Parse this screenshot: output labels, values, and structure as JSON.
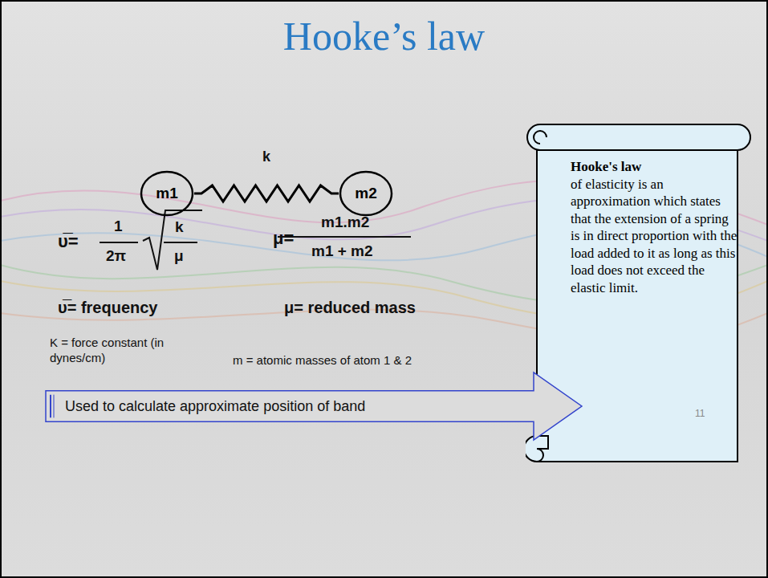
{
  "diagram": {
    "title": "Hooke’s law",
    "nodes": [
      {
        "text": [
          "m1"
        ]
      },
      {
        "text": [
          "m2"
        ]
      },
      {
        "text": [
          "Hooke's law",
          "of elasticity is an approximation which states that the extension of a spring is in direct proportion with the load added to it as long as this load does not exceed the elastic limit."
        ]
      },
      {
        "text": [
          "Used to calculate approximate position of band"
        ]
      }
    ],
    "edges": [
      {
        "from": 0,
        "to": 1,
        "arrow": "none",
        "label": "k"
      }
    ],
    "labels": [
      "υ̅=",
      "1",
      "2π",
      "k",
      "μ",
      "μ=",
      "m1.m2",
      "m1 + m2",
      "υ̅= frequency",
      "μ= reduced mass",
      "K = force constant (in dynes/cm)",
      "m = atomic masses of atom 1 & 2",
      "11"
    ]
  }
}
